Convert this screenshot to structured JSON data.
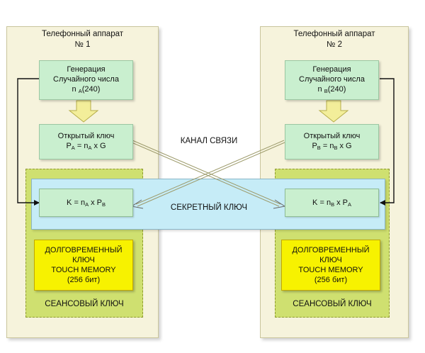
{
  "phones": [
    {
      "title": "Телефонный аппарат",
      "number": "№ 1",
      "gen": {
        "line1": "Генерация",
        "line2": "Случайного числа",
        "n": "n",
        "sub": "A",
        "val": "(240)"
      },
      "pub": {
        "line1": "Открытый ключ",
        "P": "P",
        "Psub": "A",
        "eq": "=",
        "n": "n",
        "nsub": "A",
        "mul": "x",
        "G": "G"
      },
      "k": {
        "K": "K",
        "eq": "=",
        "n": "n",
        "nsub": "A",
        "mul": "x",
        "P": "P",
        "Psub": "B"
      },
      "long_term": {
        "l1": "ДОЛГОВРЕМЕННЫЙ",
        "l2": "КЛЮЧ",
        "l3": "TOUCH MEMORY",
        "l4": "(256 бит)"
      },
      "session": "СЕАНСОВЫЙ КЛЮЧ"
    },
    {
      "title": "Телефонный аппарат",
      "number": "№ 2",
      "gen": {
        "line1": "Генерация",
        "line2": "Случайного числа",
        "n": "n",
        "sub": "B",
        "val": "(240)"
      },
      "pub": {
        "line1": "Открытый ключ",
        "P": "P",
        "Psub": "B",
        "eq": "=",
        "n": "n",
        "nsub": "B",
        "mul": "x",
        "G": "G"
      },
      "k": {
        "K": "K",
        "eq": "=",
        "n": "n",
        "nsub": "B",
        "mul": "x",
        "P": "P",
        "Psub": "A"
      },
      "long_term": {
        "l1": "ДОЛГОВРЕМЕННЫЙ",
        "l2": "КЛЮЧ",
        "l3": "TOUCH MEMORY",
        "l4": "(256 бит)"
      },
      "session": "СЕАНСОВЫЙ КЛЮЧ"
    }
  ],
  "channel_label": "КАНАЛ СВЯЗИ",
  "secret_key_label": "СЕКРЕТНЫЙ КЛЮЧ",
  "colors": {
    "phone_bg": "#f6f3dc",
    "green_box": "#c9efcf",
    "session_bg": "#cfe070",
    "secret_band": "#c6ecf7",
    "long_term": "#f7f200",
    "arrow_fill": "#f3ee9a"
  }
}
